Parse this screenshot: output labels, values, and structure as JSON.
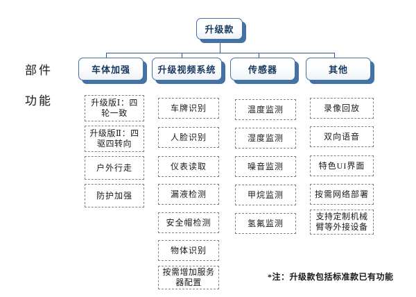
{
  "diagram": {
    "root": {
      "label": "升级款"
    },
    "row_labels": {
      "components": "部件",
      "functions": "功能"
    },
    "branches": [
      {
        "label": "车体加强",
        "leaves": [
          "升级版Ⅰ：四轮一致",
          "升级版Ⅱ：四驱四转向",
          "户外行走",
          "防护加强"
        ]
      },
      {
        "label": "升级视频系统",
        "leaves": [
          "车牌识别",
          "人脸识别",
          "仪表读取",
          "漏液检测",
          "安全帽检测",
          "物体识别",
          "按需增加服务器配置"
        ]
      },
      {
        "label": "传感器",
        "leaves": [
          "温度监测",
          "湿度监测",
          "噪音监测",
          "甲烷监测",
          "氢氟监测"
        ]
      },
      {
        "label": "其他",
        "leaves": [
          "录像回放",
          "双向语音",
          "特色UI界面",
          "按需网络部署",
          "支持定制机械臂等外接设备"
        ]
      }
    ],
    "footnote": "*注：升级款包括标准款已有功能",
    "colors": {
      "node_fill": "#ffffff",
      "node_border": "#4472a4",
      "node_shadow": "#4472a4",
      "connector": "#2f5597",
      "leaf_border": "#7f7f7f",
      "text": "#1a1a1a",
      "node_text": "#17375e",
      "background": "#ffffff"
    }
  }
}
